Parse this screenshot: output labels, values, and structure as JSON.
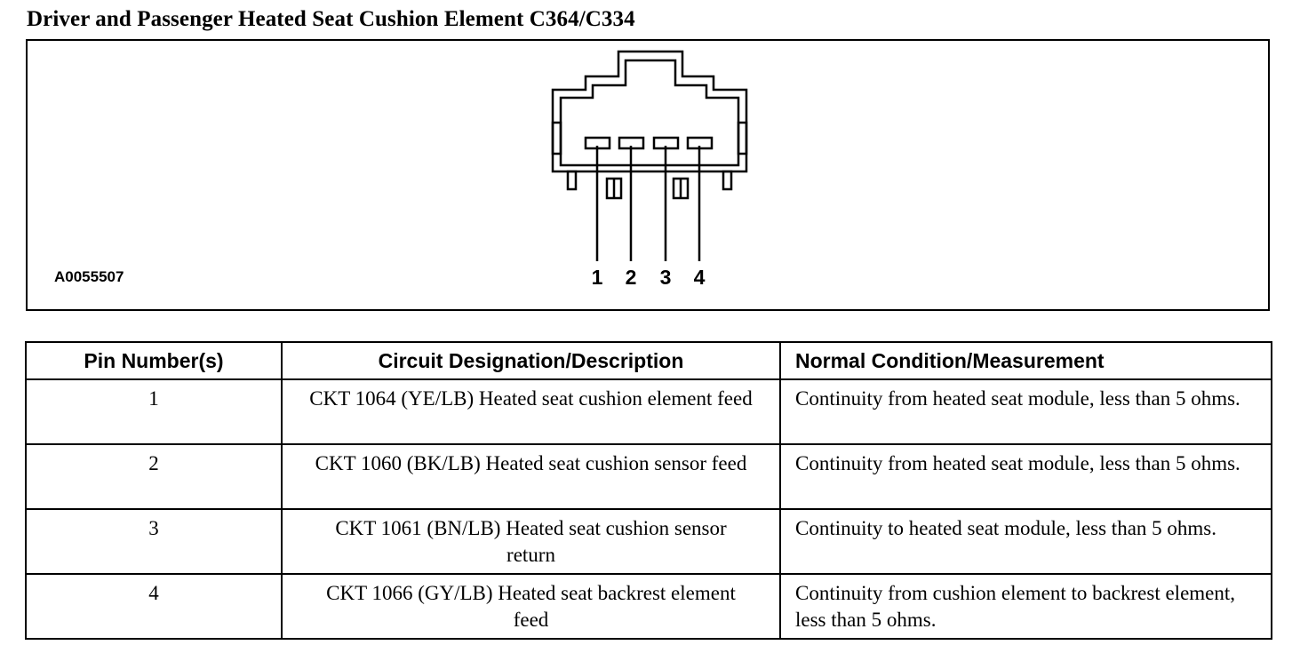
{
  "title": "Driver and Passenger Heated Seat Cushion Element C364/C334",
  "figure": {
    "id": "A0055507",
    "pin_labels": [
      "1",
      "2",
      "3",
      "4"
    ]
  },
  "table": {
    "headers": {
      "pin": "Pin Number(s)",
      "description": "Circuit Designation/Description",
      "condition": "Normal Condition/Measurement"
    },
    "rows": [
      {
        "pin": "1",
        "description": "CKT 1064 (YE/LB) Heated seat cushion element feed",
        "condition": "Continuity from heated seat module, less than 5 ohms."
      },
      {
        "pin": "2",
        "description": "CKT 1060 (BK/LB) Heated seat cushion sensor feed",
        "condition": "Continuity from heated seat module, less than 5 ohms."
      },
      {
        "pin": "3",
        "description": "CKT 1061 (BN/LB) Heated seat cushion sensor return",
        "condition": "Continuity to heated seat module, less than 5 ohms."
      },
      {
        "pin": "4",
        "description": "CKT 1066 (GY/LB) Heated seat backrest element feed",
        "condition": "Continuity from cushion element to backrest element, less than 5 ohms."
      }
    ]
  }
}
